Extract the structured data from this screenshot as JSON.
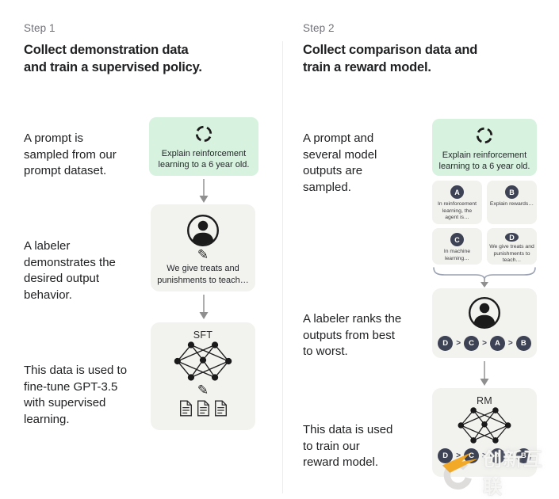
{
  "step1": {
    "label": "Step 1",
    "title": "Collect demonstration data\nand train a supervised policy.",
    "note_prompt": "A prompt is\nsampled from our\nprompt dataset.",
    "prompt_box_text": "Explain reinforcement\nlearning to a 6 year old.",
    "note_labeler": "A labeler\ndemonstrates the\ndesired output\nbehavior.",
    "labeler_box_text": "We give treats and\npunishments to teach…",
    "note_train": "This data is used to\nfine-tune GPT-3.5\nwith supervised\nlearning.",
    "model_label": "SFT"
  },
  "step2": {
    "label": "Step 2",
    "title": "Collect comparison data and\ntrain a reward model.",
    "note_prompt": "A prompt and\nseveral model\noutputs are\nsampled.",
    "prompt_box_text": "Explain reinforcement\nlearning to a 6 year old.",
    "outputs": [
      {
        "letter": "A",
        "text": "In reinforcement\nlearning, the\nagent is…"
      },
      {
        "letter": "B",
        "text": "Explain rewards…"
      },
      {
        "letter": "C",
        "text": "In machine\nlearning…"
      },
      {
        "letter": "D",
        "text": "We give treats and\npunishments to\nteach…"
      }
    ],
    "note_rank": "A labeler ranks the\noutputs from best\nto worst.",
    "ranking": [
      "D",
      "C",
      "A",
      "B"
    ],
    "rank_separator": ">",
    "note_train": "This data is used\nto train our\nreward model.",
    "model_label": "RM"
  },
  "icons": {
    "refresh": "dashed-circle",
    "labeler": "person-in-circle",
    "pencil": "✎",
    "documents": "three-pages",
    "network": "neural-net"
  },
  "colors": {
    "prompt_box": "#d7f2de",
    "gray_box": "#f2f2ef",
    "badge": "#3d4254",
    "arrow": "#a6a6a6",
    "watermark_accent": "#f2a51f"
  },
  "watermark": {
    "text": "创新互联"
  }
}
